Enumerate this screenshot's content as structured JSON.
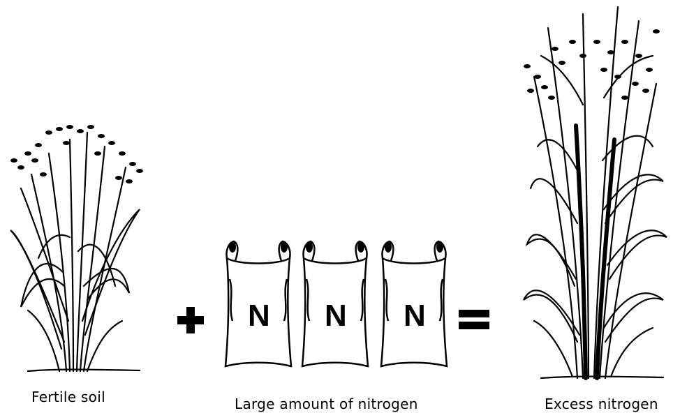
{
  "captions": {
    "left": "Fertile soil",
    "middle": "Large amount of nitrogen",
    "right": "Excess nitrogen"
  },
  "bags": [
    {
      "letter": "N"
    },
    {
      "letter": "N"
    },
    {
      "letter": "N"
    }
  ],
  "operators": {
    "plus": "+",
    "equals": "="
  }
}
